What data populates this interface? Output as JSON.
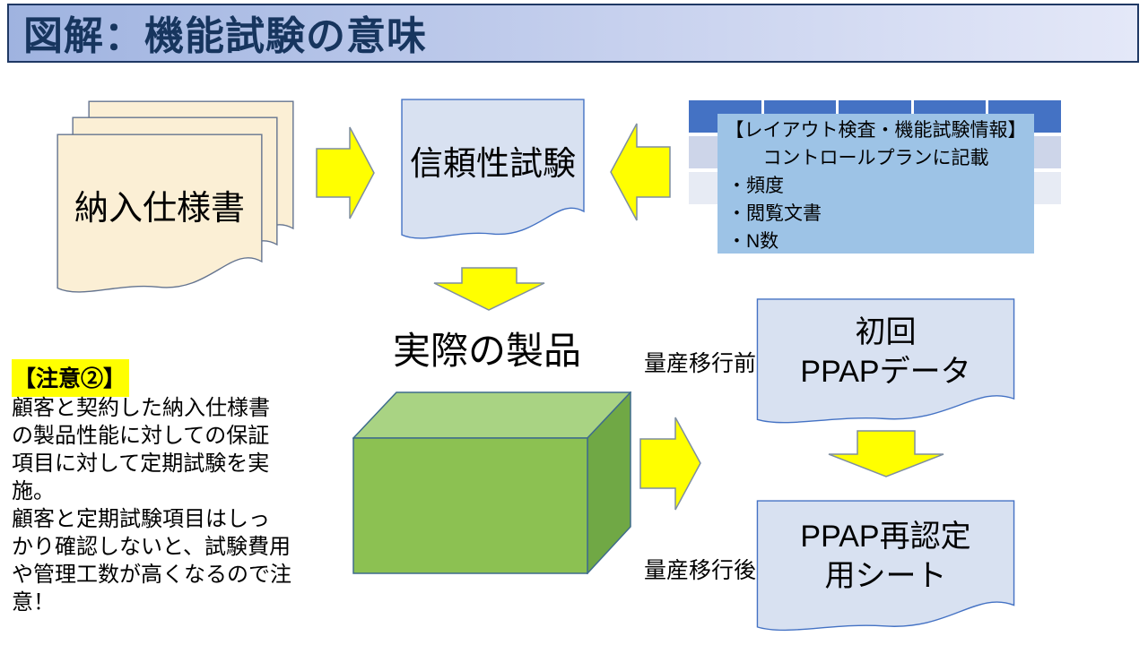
{
  "title": "図解：機能試験の意味",
  "spec_docs": {
    "label": "納入仕様書"
  },
  "reliability_doc": {
    "label": "信頼性試験"
  },
  "info_box": {
    "line1": "【レイアウト検査・機能試験情報】",
    "line2": "コントロールプランに記載",
    "bullets": [
      "・頻度",
      "・閲覧文書",
      "・N数"
    ]
  },
  "actual_product_label": "実際の製品",
  "phase_labels": {
    "before": "量産移行前",
    "after": "量産移行後"
  },
  "ppap_initial": {
    "line1": "初回",
    "line2": "PPAPデータ"
  },
  "ppap_recert": {
    "line1": "PPAP再認定",
    "line2": "用シート"
  },
  "note": {
    "heading": "【注意②】",
    "body": "顧客と契約した納入仕様書\nの製品性能に対しての保証\n項目に対して定期試験を実\n施。\n顧客と定期試験項目はしっ\nかり確認しないと、試験費用\nや管理工数が高くなるので注\n意！"
  },
  "colors": {
    "title_text": "#17355E",
    "header_gradient_left": "#9FB3E0",
    "header_gradient_right": "#E4E8F8",
    "header_border": "#1F3864",
    "spec_doc_fill": "#FBEFD5",
    "spec_doc_border": "#64748F",
    "blue_doc_fill": "#D8E1F1",
    "blue_doc_border": "#4472C4",
    "arrow_fill": "#FFFF00",
    "arrow_border": "#7E8EA0",
    "info_overlay_fill": "#9DC3E6",
    "table_header_fill": "#4472C4",
    "table_row_fills": [
      "#CDD5E9",
      "#E7EBF4"
    ],
    "cube_front": "#8CC152",
    "cube_top": "#A9D383",
    "cube_side": "#70A845",
    "note_highlight": "#FFFF00"
  }
}
